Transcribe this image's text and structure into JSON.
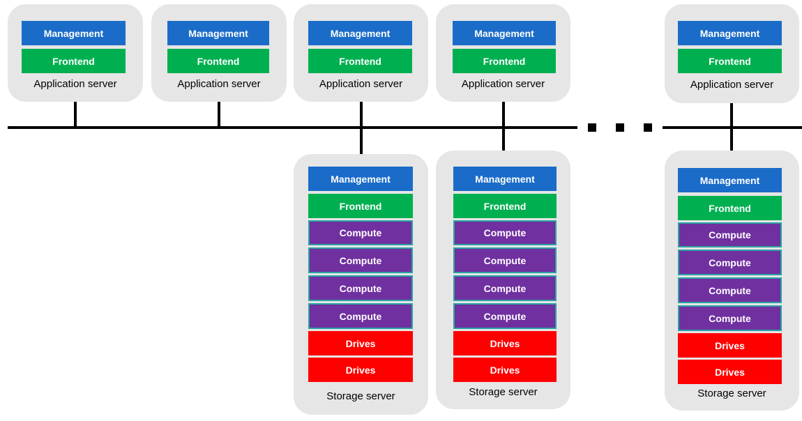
{
  "blocks": {
    "management": "Management",
    "frontend": "Frontend",
    "compute": "Compute",
    "drives": "Drives"
  },
  "labels": {
    "application_server": "Application server",
    "storage_server": "Storage server"
  },
  "colors": {
    "management": "#1a6cc8",
    "frontend": "#00b050",
    "compute": "#7030a0",
    "drives": "#ff0000",
    "server_bg": "#e6e6e6",
    "bus": "#000000"
  },
  "diagram": {
    "application_servers_shown": 5,
    "storage_servers_shown": 3,
    "compute_per_storage_server": 4,
    "drives_per_storage_server": 2,
    "ellipsis": "..."
  }
}
